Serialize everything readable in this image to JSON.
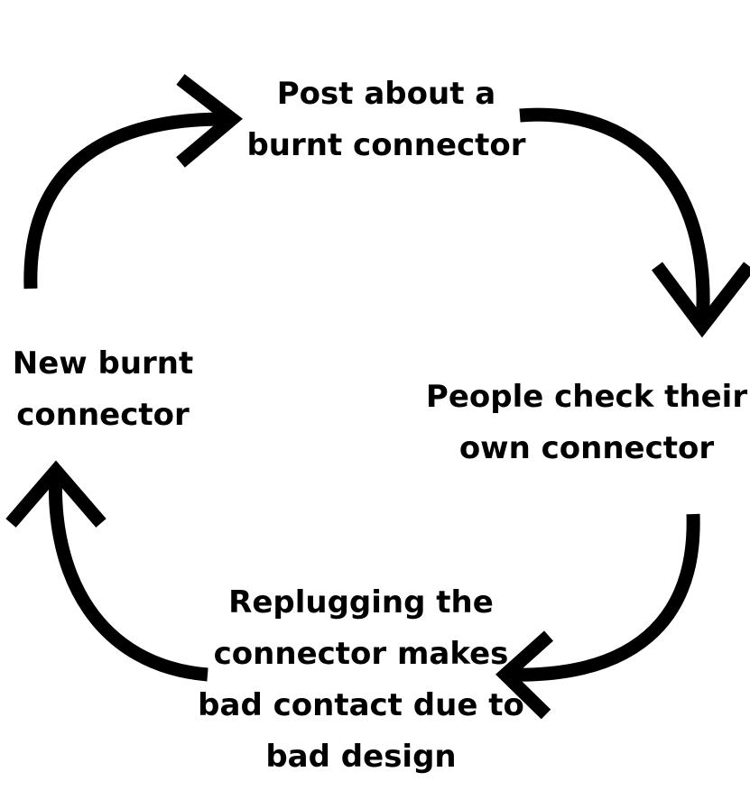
{
  "diagram": {
    "type": "cycle",
    "nodes": [
      {
        "id": "post",
        "lines": [
          "Post about a",
          "burnt connector"
        ]
      },
      {
        "id": "people",
        "lines": [
          "People check their",
          "own connector"
        ]
      },
      {
        "id": "replug",
        "lines": [
          "Replugging the",
          "connector makes",
          "bad contact due to",
          "bad design"
        ]
      },
      {
        "id": "new",
        "lines": [
          "New burnt",
          "connector"
        ]
      }
    ],
    "edges": [
      {
        "from": "post",
        "to": "people"
      },
      {
        "from": "people",
        "to": "replug"
      },
      {
        "from": "replug",
        "to": "new"
      },
      {
        "from": "new",
        "to": "post"
      }
    ]
  },
  "colors": {
    "background": "#ffffff",
    "stroke": "#000000",
    "text": "#000000"
  }
}
